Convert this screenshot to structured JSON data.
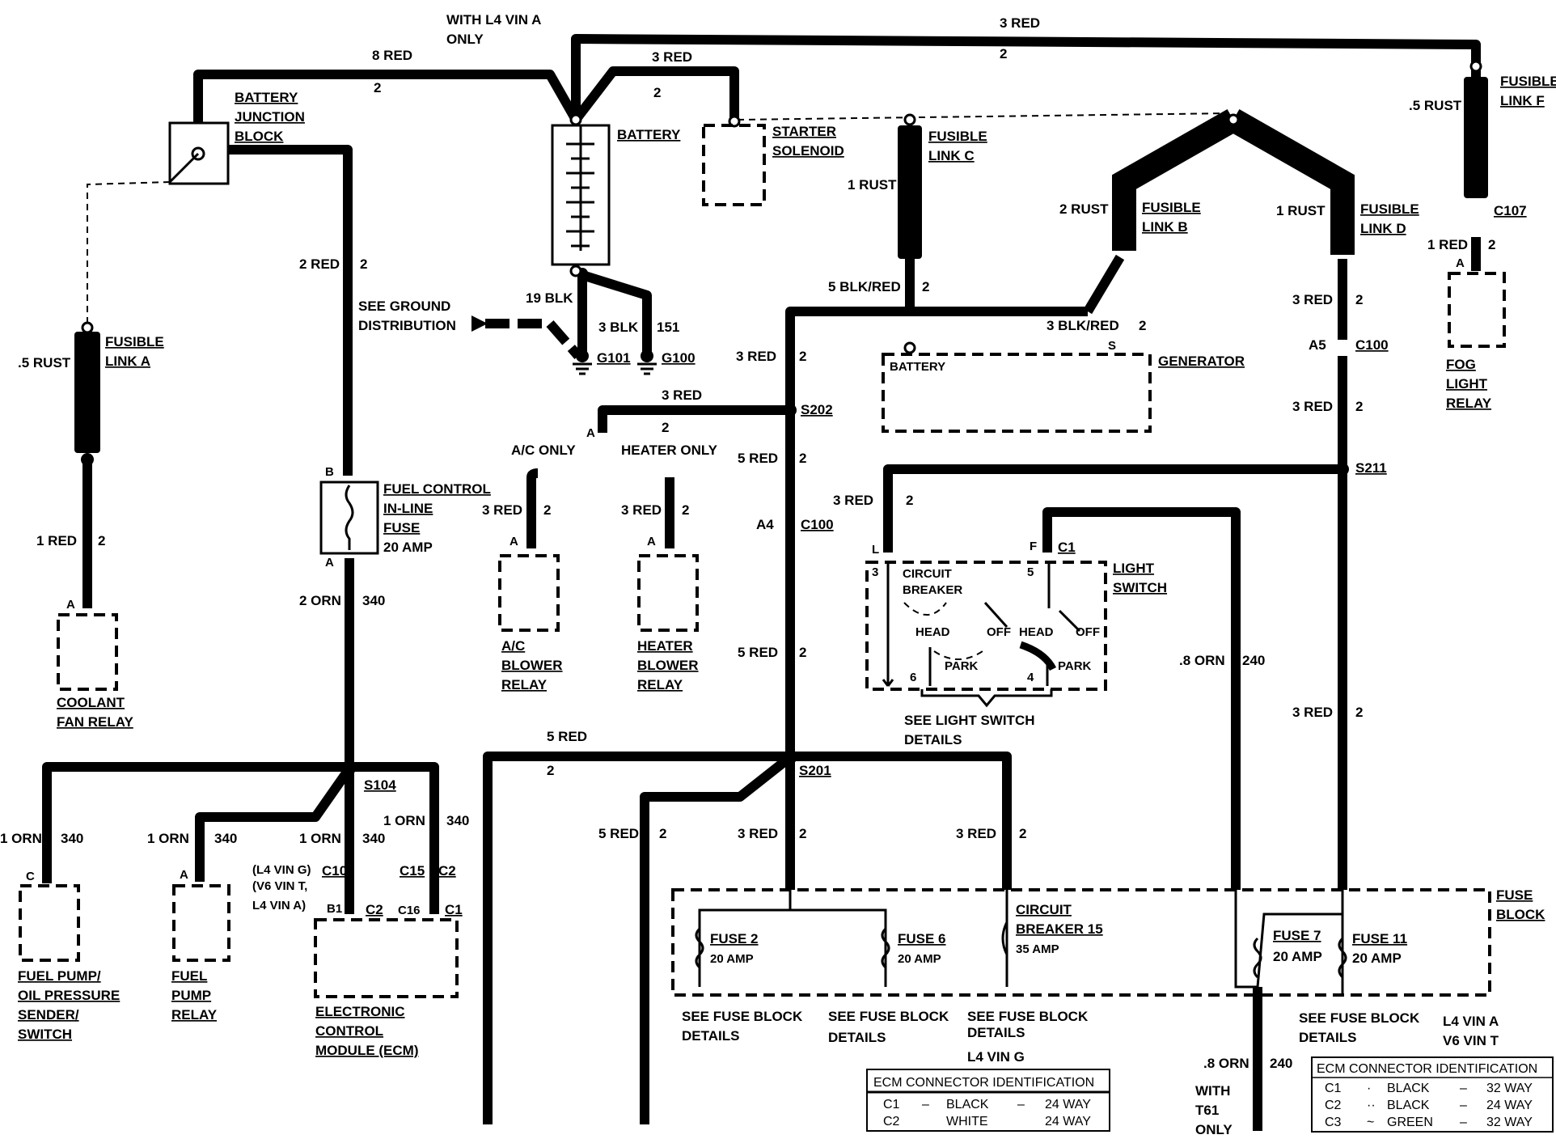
{
  "labels": {
    "with_l4": "WITH L4 VIN A",
    "only": "ONLY",
    "w_8red": "8 RED",
    "w_2a": "2",
    "w_3red_top": "3 RED",
    "w_2b": "2",
    "w_3red_sol": "3 RED",
    "w_2c": "2",
    "battery_junction_1": "BATTERY",
    "battery_junction_2": "JUNCTION",
    "battery_junction_3": "BLOCK",
    "battery": "BATTERY",
    "starter_1": "STARTER",
    "starter_2": "SOLENOID",
    "fl_f_1": "FUSIBLE",
    "fl_f_2": "LINK F",
    "rust_f": ".5 RUST",
    "c107": "C107",
    "red_fog": "1 RED",
    "red_fog_2": "2",
    "pin_a_fog": "A",
    "fog_1": "FOG",
    "fog_2": "LIGHT",
    "fog_3": "RELAY",
    "fl_c_1": "FUSIBLE",
    "fl_c_2": "LINK C",
    "rust_c": "1 RUST",
    "fl_b_1": "FUSIBLE",
    "fl_b_2": "LINK B",
    "rust_b": "2 RUST",
    "fl_d_1": "FUSIBLE",
    "fl_d_2": "LINK D",
    "rust_d": "1 RUST",
    "red2_left": "2 RED",
    "red2_left_2": "2",
    "see_ground_1": "SEE GROUND",
    "see_ground_2": "DISTRIBUTION",
    "blk19": "19 BLK",
    "blk3": "3 BLK",
    "n151": "151",
    "g101": "G101",
    "g100": "G100",
    "blkred5": "5 BLK/RED",
    "blkred5_2": "2",
    "blkred3": "3 BLK/RED",
    "blkred3_2": "2",
    "pin_s": "S",
    "generator": "GENERATOR",
    "gen_battery": "BATTERY",
    "fl_a_1": "FUSIBLE",
    "fl_a_2": "LINK A",
    "rust_a": ".5 RUST",
    "red1_a": "1 RED",
    "red1_a_2": "2",
    "pin_a_coolant": "A",
    "coolant_1": "COOLANT",
    "coolant_2": "FAN RELAY",
    "pin_b_fuse": "B",
    "pin_a_fuse": "A",
    "fuel_ctrl_1": "FUEL CONTROL",
    "fuel_ctrl_2": "IN-LINE",
    "fuel_ctrl_3": "FUSE",
    "fuel_ctrl_4": "20 AMP",
    "orn2": "2 ORN",
    "n340": "340",
    "red3_mid": "3 RED",
    "red3_mid_2": "2",
    "red3_s202": "3 RED",
    "red3_s202_2": "2",
    "s202": "S202",
    "pin_a_split": "A",
    "ac_only": "A/C ONLY",
    "heater_only": "HEATER ONLY",
    "red3_ac": "3 RED",
    "red3_ac_2": "2",
    "red3_ht": "3 RED",
    "red3_ht_2": "2",
    "pin_a_ac": "A",
    "pin_a_ht": "A",
    "ac_relay_1": "A/C",
    "ac_relay_2": "BLOWER",
    "ac_relay_3": "RELAY",
    "ht_relay_1": "HEATER",
    "ht_relay_2": "BLOWER",
    "ht_relay_3": "RELAY",
    "red5_mid": "5 RED",
    "red5_mid_2": "2",
    "a4": "A4",
    "c100_mid": "C100",
    "red5_low": "5 RED",
    "red5_low_2": "2",
    "red3_right": "3 RED",
    "red3_right_2": "2",
    "a5": "A5",
    "c100_right": "C100",
    "red3_right_b": "3 RED",
    "red3_right_b_2": "2",
    "s211": "S211",
    "red3_ls": "3 RED",
    "red3_ls_2": "2",
    "pin_l": "L",
    "pin_f": "F",
    "c1_ls": "C1",
    "light_sw_1": "LIGHT",
    "light_sw_2": "SWITCH",
    "n3": "3",
    "n5": "5",
    "n6": "6",
    "n4": "4",
    "cb_1": "CIRCUIT",
    "cb_2": "BREAKER",
    "head1": "HEAD",
    "off1": "OFF",
    "park1": "PARK",
    "head2": "HEAD",
    "off2": "OFF",
    "park2": "PARK",
    "see_ls_1": "SEE LIGHT SWITCH",
    "see_ls_2": "DETAILS",
    "orn8": ".8 ORN",
    "n240": "240",
    "red3_right_c": "3 RED",
    "red3_right_c_2": "2",
    "red5_s201": "5 RED",
    "red5_s201_2": "2",
    "s201": "S201",
    "red5_left": "5 RED",
    "red5_left_2": "2",
    "red3_f2": "3 RED",
    "red3_f2_2": "2",
    "red3_cb": "3 RED",
    "red3_cb_2": "2",
    "s104": "S104",
    "orn1_a": "1 ORN",
    "n340_a": "340",
    "orn1_b": "1 ORN",
    "n340_b": "340",
    "orn1_c": "1 ORN",
    "n340_c": "340",
    "orn1_d": "1 ORN",
    "n340_d": "340",
    "pin_c_fp": "C",
    "pin_a_fpr": "A",
    "l4g": "(L4 VIN G)",
    "v6t": "(V6 VIN T,",
    "l4a": "L4 VIN A)",
    "c10": "C10",
    "c15": "C15",
    "c2_top": "C2",
    "b1": "B1",
    "c2_ecm": "C2",
    "c16": "C16",
    "c1_ecm": "C1",
    "fp_1": "FUEL PUMP/",
    "fp_2": "OIL PRESSURE",
    "fp_3": "SENDER/",
    "fp_4": "SWITCH",
    "fpr_1": "FUEL",
    "fpr_2": "PUMP",
    "fpr_3": "RELAY",
    "ecm_1": "ELECTRONIC",
    "ecm_2": "CONTROL",
    "ecm_3": "MODULE (ECM)",
    "fuse2": "FUSE 2",
    "fuse2_a": "20 AMP",
    "fuse6": "FUSE 6",
    "fuse6_a": "20 AMP",
    "cb15_1": "CIRCUIT",
    "cb15_2": "BREAKER 15",
    "cb15_a": "35 AMP",
    "fuse7": "FUSE 7",
    "fuse7_a": "20 AMP",
    "fuse11": "FUSE 11",
    "fuse11_a": "20 AMP",
    "fuse_block_1": "FUSE",
    "fuse_block_2": "BLOCK",
    "see_fb1_1": "SEE FUSE BLOCK",
    "see_fb1_2": "DETAILS",
    "see_fb2_1": "SEE FUSE BLOCK",
    "see_fb2_2": "DETAILS",
    "see_fb3_1": "SEE FUSE BLOCK",
    "see_fb3_2": "DETAILS",
    "see_fb4_1": "SEE FUSE BLOCK",
    "see_fb4_2": "DETAILS",
    "l4_vin_g": "L4 VIN G",
    "l4_vin_a": "L4 VIN A",
    "v6_vin_t": "V6 VIN T",
    "orn8_b": ".8 ORN",
    "n240_b": "240",
    "with_t61_1": "WITH",
    "with_t61_2": "T61",
    "with_t61_3": "ONLY"
  },
  "ecm_table_left": {
    "title": "ECM CONNECTOR IDENTIFICATION",
    "rows": [
      {
        "c": "C1",
        "dash": "–",
        "color": "BLACK",
        "dash2": "–",
        "way": "24 WAY"
      },
      {
        "c": "C2",
        "dash": "",
        "color": "WHITE",
        "dash2": "",
        "way": "24 WAY"
      }
    ]
  },
  "ecm_table_right": {
    "title": "ECM CONNECTOR IDENTIFICATION",
    "rows": [
      {
        "c": "C1",
        "dash": "·",
        "color": "BLACK",
        "dash2": "–",
        "way": "32 WAY"
      },
      {
        "c": "C2",
        "dash": "··",
        "color": "BLACK",
        "dash2": "–",
        "way": "24 WAY"
      },
      {
        "c": "C3",
        "dash": "~",
        "color": "GREEN",
        "dash2": "–",
        "way": "32 WAY"
      }
    ]
  }
}
